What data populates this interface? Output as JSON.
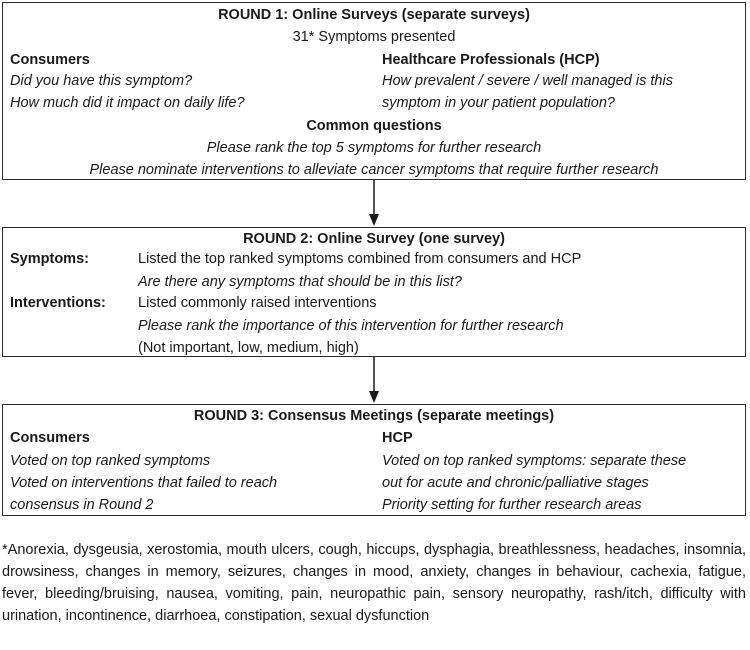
{
  "round1": {
    "title": "ROUND 1: Online Surveys (separate surveys)",
    "subtitle": "31* Symptoms presented",
    "consumers_heading": "Consumers",
    "consumers_q1": "Did you have this symptom?",
    "consumers_q2": "How much did it impact on daily life?",
    "hcp_heading": "Healthcare Professionals (HCP)",
    "hcp_q_line1": "How prevalent / severe / well managed is this",
    "hcp_q_line2": "symptom in your patient population?",
    "common_heading": "Common questions",
    "common_q1": "Please rank the top 5 symptoms for further research",
    "common_q2": "Please nominate interventions to alleviate cancer symptoms that require further research"
  },
  "round2": {
    "title": "ROUND 2: Online Survey (one survey)",
    "symptoms_label": "Symptoms:",
    "symptoms_text": "Listed the top ranked symptoms combined from consumers and HCP",
    "symptoms_question": "Are there any symptoms that should be in this list?",
    "interventions_label": "Interventions:",
    "interventions_text": "Listed commonly raised interventions",
    "interventions_question": "Please rank the importance of this intervention for further research",
    "interventions_scale": "(Not important, low, medium, high)"
  },
  "round3": {
    "title": "ROUND 3: Consensus Meetings (separate meetings)",
    "consumers_heading": "Consumers",
    "consumers_line1": "Voted on top ranked symptoms",
    "consumers_line2": "Voted on interventions that failed to reach",
    "consumers_line3": "consensus in Round 2",
    "hcp_heading": "HCP",
    "hcp_line1": "Voted on top ranked symptoms: separate these",
    "hcp_line2": "out for acute and chronic/palliative stages",
    "hcp_line3": "Priority setting for further research areas"
  },
  "footnote": "*Anorexia, dysgeusia, xerostomia, mouth ulcers, cough, hiccups, dysphagia, breathlessness, headaches, insomnia, drowsiness, changes in memory, seizures, changes in mood, anxiety, changes in behaviour, cachexia, fatigue, fever, bleeding/bruising, nausea, vomiting, pain, neuropathic pain, sensory neuropathy, rash/itch, difficulty with urination, incontinence, diarrhoea, constipation, sexual dysfunction"
}
